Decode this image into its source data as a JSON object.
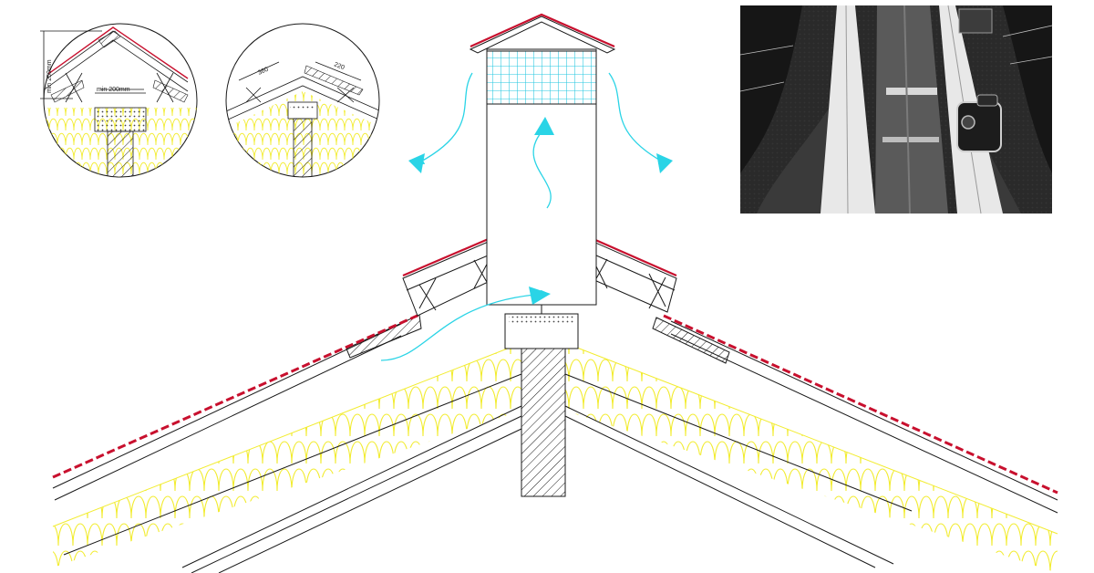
{
  "colors": {
    "line": "#1a1a1a",
    "insulation": "#f2ec30",
    "membrane": "#c8102e",
    "airflow": "#2ad4e6",
    "mesh": "#25c7e0",
    "photo_dark": "#1e1e1e",
    "photo_light": "#e6e6e6"
  },
  "detail_1": {
    "dim_height": "min 250mm",
    "dim_width": "min 200mm"
  },
  "detail_2": {
    "dim_left": "360",
    "dim_right": "220"
  },
  "icons": {
    "airflow": "curved-arrow",
    "photo": "roof-ridge-photo"
  }
}
